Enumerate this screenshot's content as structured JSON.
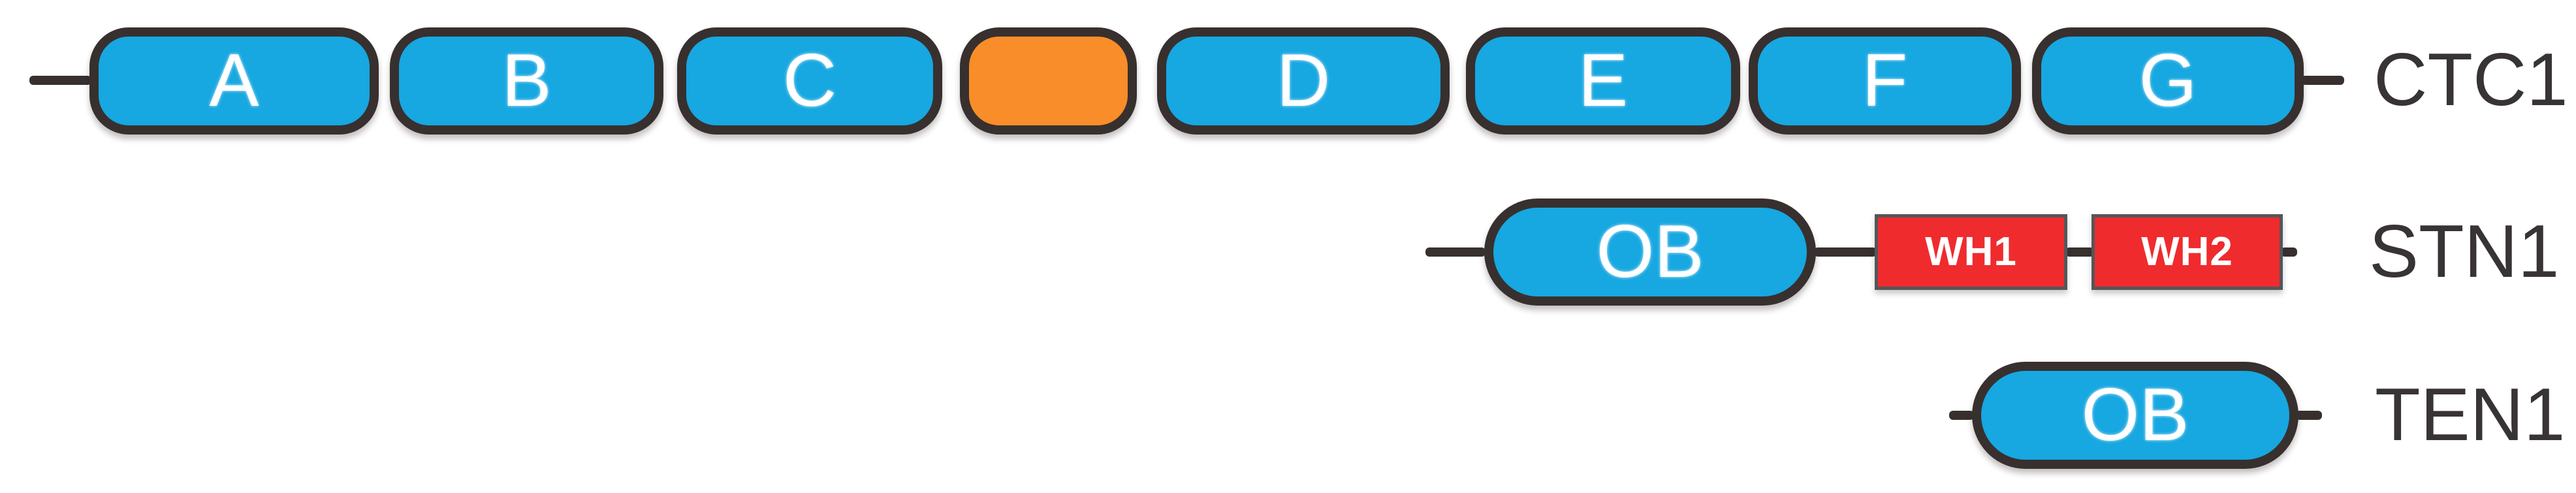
{
  "diagram": {
    "description": "Protein domain architecture diagram of the CST complex subunits",
    "colors": {
      "domain_fill_blue": "#17A7E1",
      "domain_fill_orange": "#F98D29",
      "domain_fill_red": "#EF2B2E",
      "outline_dark": "#37302F",
      "outline_gray_thin": "#54565A",
      "domain_text": "#FFFFFF",
      "protein_label_text": "#383334",
      "background": "#FFFFFF"
    },
    "proteins": [
      {
        "label": "CTC1",
        "domains": [
          {
            "label": "A",
            "shape": "rounded-pill",
            "color": "blue"
          },
          {
            "label": "B",
            "shape": "rounded-pill",
            "color": "blue"
          },
          {
            "label": "C",
            "shape": "rounded-pill",
            "color": "blue"
          },
          {
            "label": "",
            "shape": "rounded-pill",
            "color": "orange"
          },
          {
            "label": "D",
            "shape": "rounded-pill",
            "color": "blue"
          },
          {
            "label": "E",
            "shape": "rounded-pill",
            "color": "blue"
          },
          {
            "label": "F",
            "shape": "rounded-pill",
            "color": "blue"
          },
          {
            "label": "G",
            "shape": "rounded-pill",
            "color": "blue"
          }
        ]
      },
      {
        "label": "STN1",
        "domains": [
          {
            "label": "OB",
            "shape": "rounded-pill",
            "color": "blue"
          },
          {
            "label": "WH1",
            "shape": "rectangle",
            "color": "red"
          },
          {
            "label": "WH2",
            "shape": "rectangle",
            "color": "red"
          }
        ]
      },
      {
        "label": "TEN1",
        "domains": [
          {
            "label": "OB",
            "shape": "rounded-pill",
            "color": "blue"
          }
        ]
      }
    ]
  }
}
